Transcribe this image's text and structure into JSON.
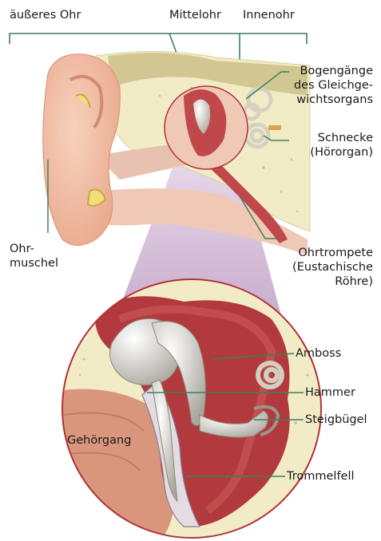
{
  "labels": {
    "outer_ear": "äußeres Ohr",
    "middle_ear": "Mittelohr",
    "inner_ear": "Innenohr",
    "semicircular_canals": [
      "Bogengänge",
      "des Gleichge-",
      "wichtsorgans"
    ],
    "cochlea": [
      "Schnecke",
      "(Hörorgan)"
    ],
    "auricle": [
      "Ohr-",
      "muschel"
    ],
    "eustachian_tube": [
      "Ohrtrompete",
      "(Eustachische",
      "Röhre)"
    ],
    "incus": "Amboss",
    "malleus": "Hammer",
    "stapes": "Steigbügel",
    "ear_canal": "Gehörgang",
    "eardrum": "Trommelfell"
  },
  "colors": {
    "leader_line": "#3f7f5a",
    "skin": "#f3c6ae",
    "bone": "#f2ecc6",
    "tissue_red": "#c0484a",
    "ossicle": "#e6e4dc",
    "cartilage": "#f2de78",
    "zoom_cone": "#c8a7cc"
  }
}
